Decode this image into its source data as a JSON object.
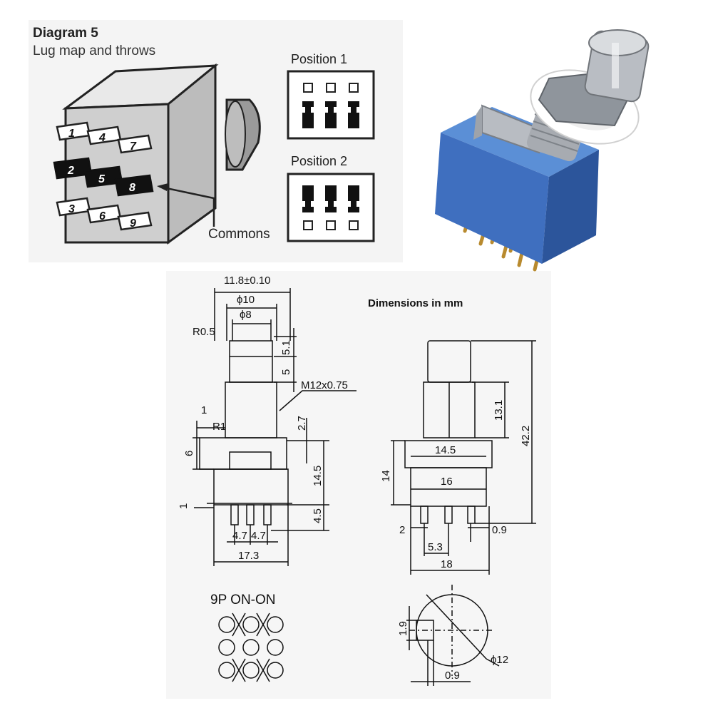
{
  "diagram": {
    "title": "Diagram 5",
    "subtitle": "Lug map and throws",
    "commons_label": "Commons",
    "positions": [
      {
        "label": "Position 1"
      },
      {
        "label": "Position 2"
      }
    ],
    "lugs": [
      "1",
      "4",
      "7",
      "2",
      "5",
      "8",
      "3",
      "6",
      "9"
    ]
  },
  "drawing": {
    "title": "Dimensions in mm",
    "switch_label": "9P  ON-ON",
    "dims": {
      "top_width": "11.8±0.10",
      "phi10": "ϕ10",
      "phi8": "ϕ8",
      "r05": "R0.5",
      "d51": "5.1",
      "d5": "5",
      "thread": "M12x0.75",
      "d1a": "1",
      "r1": "R1",
      "d27": "2.7",
      "d6": "6",
      "d145v": "14.5",
      "d1b": "1",
      "d45": "4.5",
      "d47a": "4.7",
      "d47b": "4.7",
      "d173": "17.3",
      "d131": "13.1",
      "d422": "42.2",
      "d145h": "14.5",
      "d14": "14",
      "d16": "16",
      "d2": "2",
      "d09a": "0.9",
      "d53": "5.3",
      "d18": "18",
      "d19": "1.9",
      "phi12": "ϕ12",
      "d09b": "0.9"
    }
  },
  "colors": {
    "switch_body": "#3f6fbf",
    "pins": "#d4a64a",
    "lug_dark": "#111111"
  }
}
